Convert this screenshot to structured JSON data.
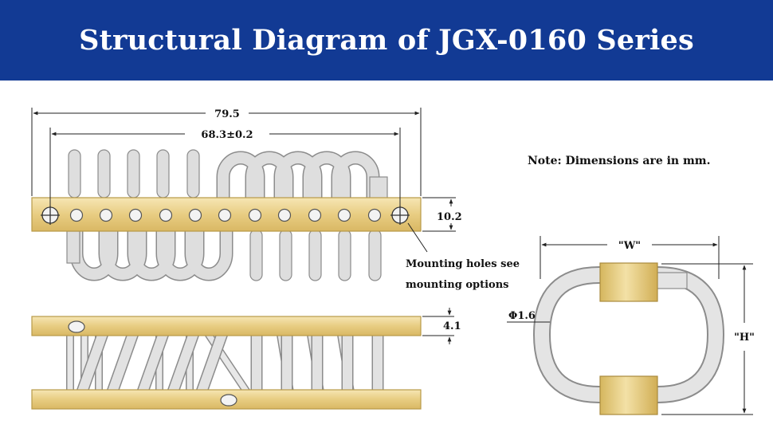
{
  "header": {
    "title": "Structural Diagram of JGX-0160 Series"
  },
  "note": "Note: Dimensions are in mm.",
  "dimensions": {
    "overall_length": "79.5",
    "hole_spacing": "68.3±0.2",
    "bar_height": "10.2",
    "bar_thickness": "4.1",
    "wire_diameter": "Φ1.6",
    "width": "\"W\"",
    "height": "\"H\""
  },
  "callout": {
    "line1": "Mounting holes see",
    "line2": "mounting options"
  },
  "colors": {
    "banner": "#123a94",
    "bar_fill": "#ecd38c",
    "wire_fill": "#dedede",
    "wire_stroke": "#8c8c8c"
  }
}
